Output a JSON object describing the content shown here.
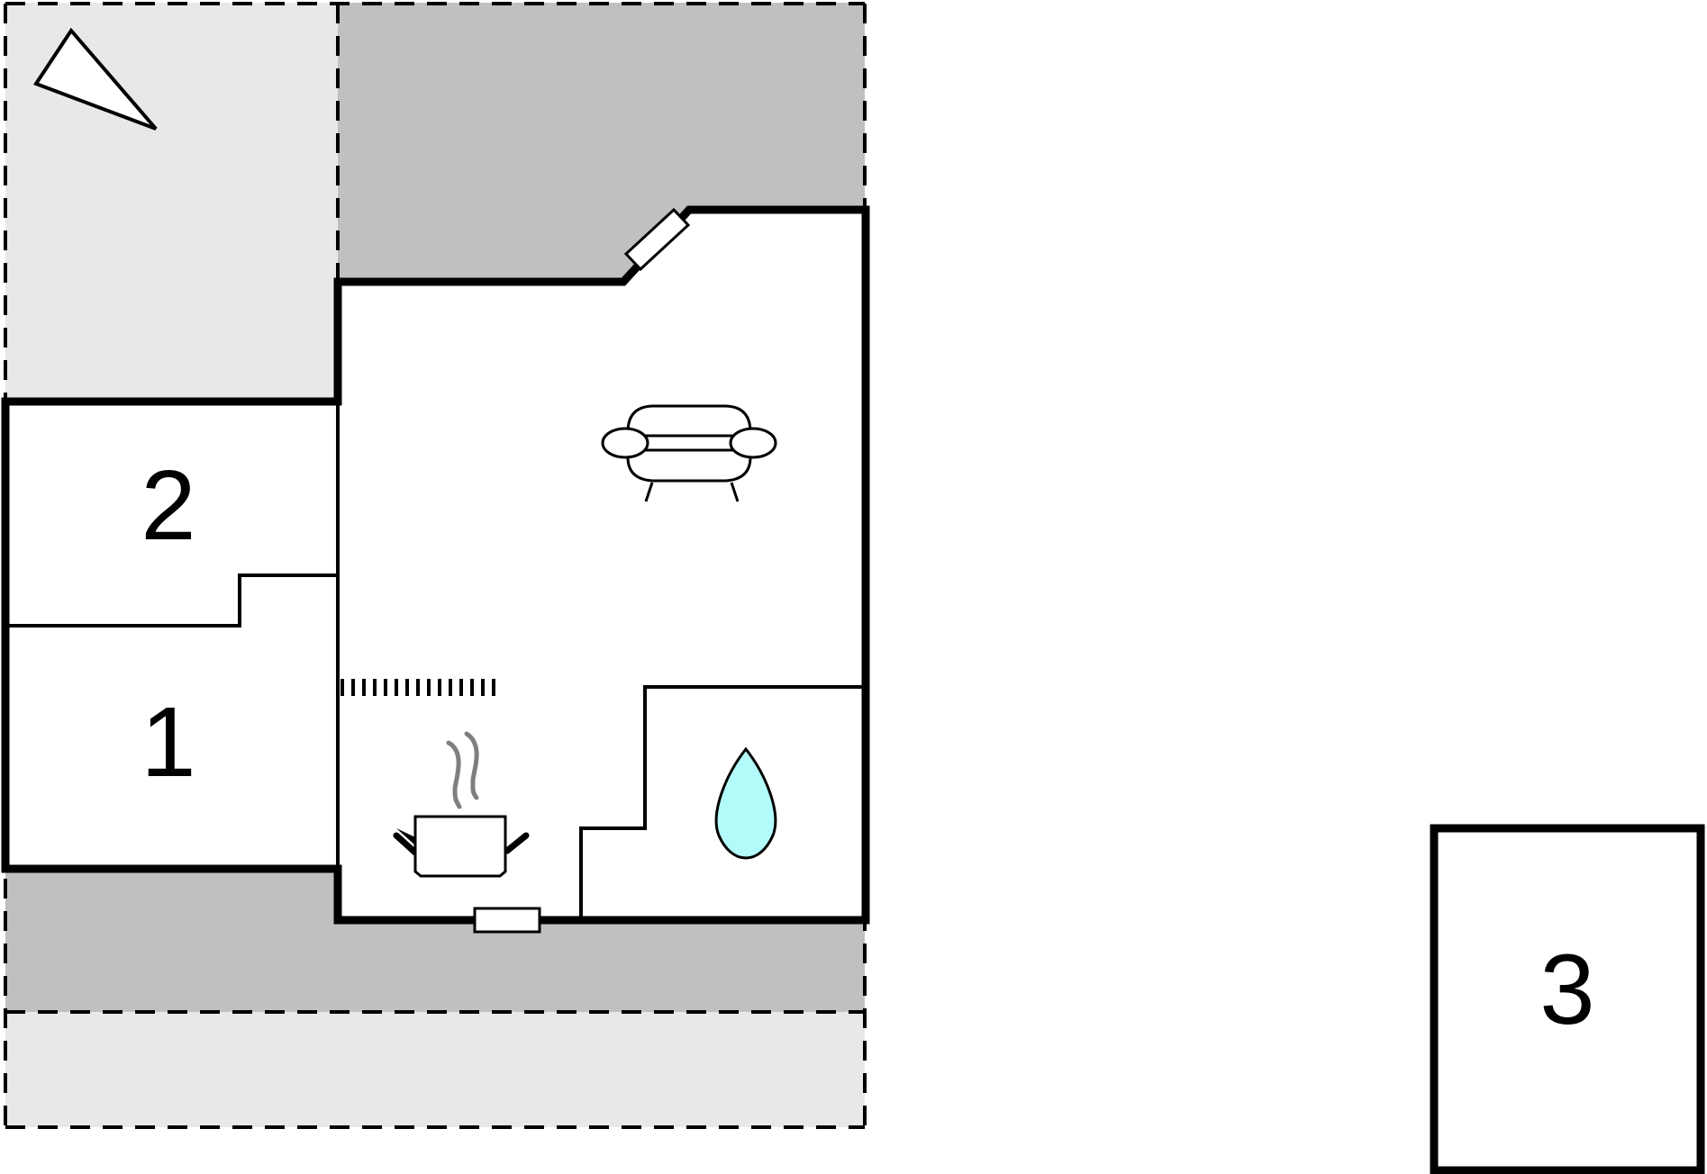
{
  "floorplan": {
    "rooms": [
      {
        "id": "room-1",
        "label": "1"
      },
      {
        "id": "room-2",
        "label": "2"
      },
      {
        "id": "room-3",
        "label": "3"
      }
    ],
    "icons": [
      "north-arrow-icon",
      "sofa-icon",
      "cooking-pot-icon",
      "water-drop-icon",
      "door-icon",
      "window-icon",
      "stairs-icon"
    ],
    "colors": {
      "wall": "#000000",
      "terrace_dark": "#c0c0c0",
      "terrace_light": "#e8e8e8",
      "interior": "#ffffff",
      "water": "#b3fbfb",
      "steam": "#7f7f7f"
    }
  }
}
